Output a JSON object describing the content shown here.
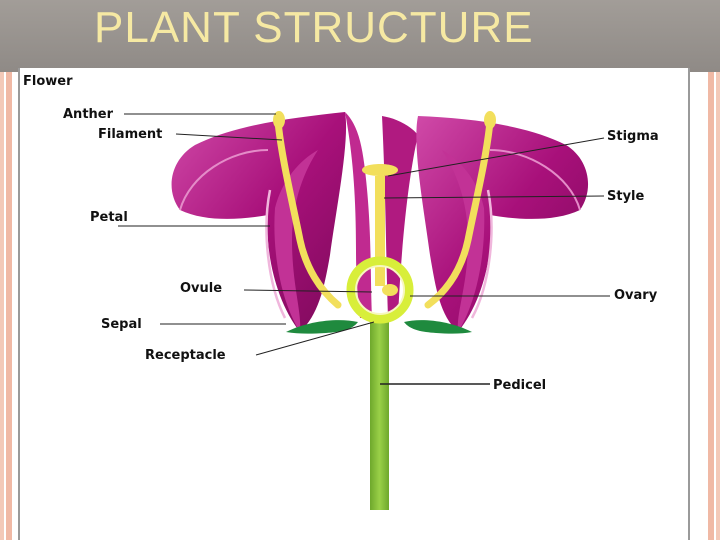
{
  "slide": {
    "title": "PLANT STRUCTURE"
  },
  "diagram": {
    "heading": "Flower",
    "labels": {
      "anther": "Anther",
      "filament": "Filament",
      "petal": "Petal",
      "ovule": "Ovule",
      "sepal": "Sepal",
      "receptacle": "Receptacle",
      "stigma": "Stigma",
      "style": "Style",
      "ovary": "Ovary",
      "pedicel": "Pedicel"
    },
    "colors": {
      "petal": "#b0167f",
      "petal_light": "#e07cc0",
      "stamen": "#f2df5c",
      "ovary": "#d8ee3a",
      "sepal": "#1f8a3e",
      "stem": "#8cc43f"
    }
  }
}
